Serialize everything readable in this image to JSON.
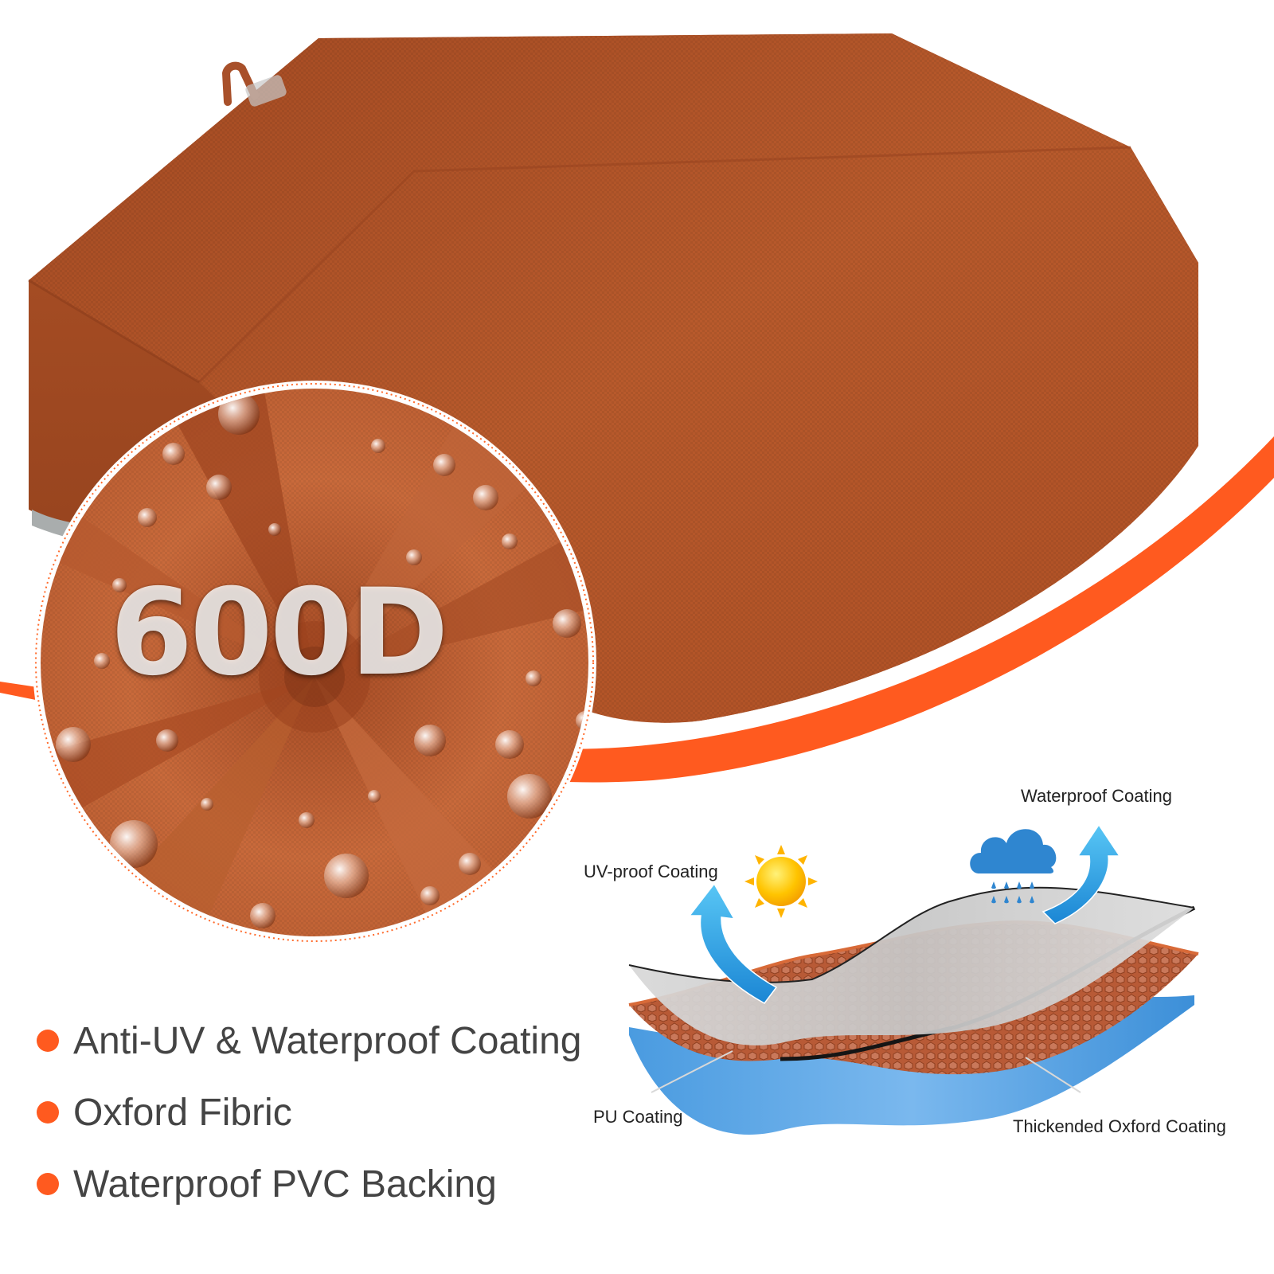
{
  "magnifier": {
    "label": "600D"
  },
  "features": [
    {
      "text": "Anti-UV & Waterproof Coating"
    },
    {
      "text": "Oxford Fibric"
    },
    {
      "text": "Waterproof PVC Backing"
    }
  ],
  "layer_diagram": {
    "waterproof_label": "Waterproof Coating",
    "uv_label": "UV-proof Coating",
    "pu_label": "PU Coating",
    "oxford_label": "Thickended Oxford Coating"
  },
  "colors": {
    "cover_fabric": "#b8582c",
    "accent_orange": "#ff5a1f",
    "bullet_text": "#444444",
    "arrow_blue": "#2ea8e6",
    "sun_yellow": "#ffc400",
    "cloud_blue": "#2f86d0"
  },
  "icons": {
    "sun": "sun-icon",
    "cloud": "rain-cloud-icon",
    "arrows": "up-arrow-icon"
  }
}
